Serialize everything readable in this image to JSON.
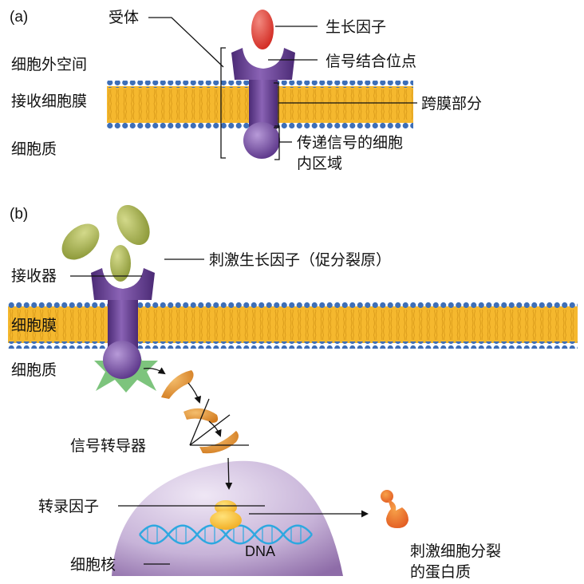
{
  "panel_a": {
    "tag": "(a)",
    "labels": {
      "receptor": "受体",
      "growth_factor": "生长因子",
      "extracellular": "细胞外空间",
      "binding_site": "信号结合位点",
      "receiving_membrane": "接收细胞膜",
      "transmembrane": "跨膜部分",
      "cytoplasm": "细胞质",
      "intracellular_line1": "传递信号的细胞",
      "intracellular_line2": "内区域"
    }
  },
  "panel_b": {
    "tag": "(b)",
    "labels": {
      "mitogen": "刺激生长因子（促分裂原）",
      "receptor": "接收器",
      "membrane": "细胞膜",
      "cytoplasm": "细胞质",
      "transducer": "信号转导器",
      "transcription_factor": "转录因子",
      "dna": "DNA",
      "nucleus": "细胞核",
      "protein_line1": "刺激细胞分裂",
      "protein_line2": "的蛋白质"
    }
  },
  "colors": {
    "membrane_core": "#F5B82E",
    "lipid_head": "#3E6FB8",
    "receptor": "#6A3E95",
    "growth_factor": "#E5332A",
    "mitogen": "#A9B44E",
    "transducer": "#E08A2A",
    "nucleus": "#9A7FB3",
    "dna": "#2EA8E0",
    "activation_star": "#7DC47D"
  }
}
